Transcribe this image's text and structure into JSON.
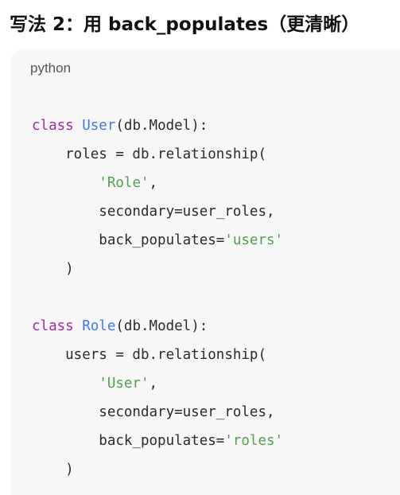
{
  "heading": "写法 2：用 back_populates（更清晰）",
  "code": {
    "language": "python",
    "lines": [
      [
        {
          "t": "class",
          "c": "kw"
        },
        {
          "t": " ",
          "c": "pl"
        },
        {
          "t": "User",
          "c": "cls"
        },
        {
          "t": "(db.Model):",
          "c": "pl"
        }
      ],
      [
        {
          "t": "    roles = db.relationship(",
          "c": "pl"
        }
      ],
      [
        {
          "t": "        ",
          "c": "pl"
        },
        {
          "t": "'Role'",
          "c": "str"
        },
        {
          "t": ",",
          "c": "pl"
        }
      ],
      [
        {
          "t": "        secondary=user_roles,",
          "c": "pl"
        }
      ],
      [
        {
          "t": "        back_populates=",
          "c": "pl"
        },
        {
          "t": "'users'",
          "c": "str"
        }
      ],
      [
        {
          "t": "    )",
          "c": "pl"
        }
      ],
      [],
      [
        {
          "t": "class",
          "c": "kw"
        },
        {
          "t": " ",
          "c": "pl"
        },
        {
          "t": "Role",
          "c": "cls"
        },
        {
          "t": "(db.Model):",
          "c": "pl"
        }
      ],
      [
        {
          "t": "    users = db.relationship(",
          "c": "pl"
        }
      ],
      [
        {
          "t": "        ",
          "c": "pl"
        },
        {
          "t": "'User'",
          "c": "str"
        },
        {
          "t": ",",
          "c": "pl"
        }
      ],
      [
        {
          "t": "        secondary=user_roles,",
          "c": "pl"
        }
      ],
      [
        {
          "t": "        back_populates=",
          "c": "pl"
        },
        {
          "t": "'roles'",
          "c": "str"
        }
      ],
      [
        {
          "t": "    )",
          "c": "pl"
        }
      ]
    ]
  },
  "colors": {
    "keyword": "#a626a4",
    "class_name": "#4078f2",
    "string": "#50a14f",
    "text": "#2b2b2b",
    "card_background": "#f7f7f8"
  }
}
